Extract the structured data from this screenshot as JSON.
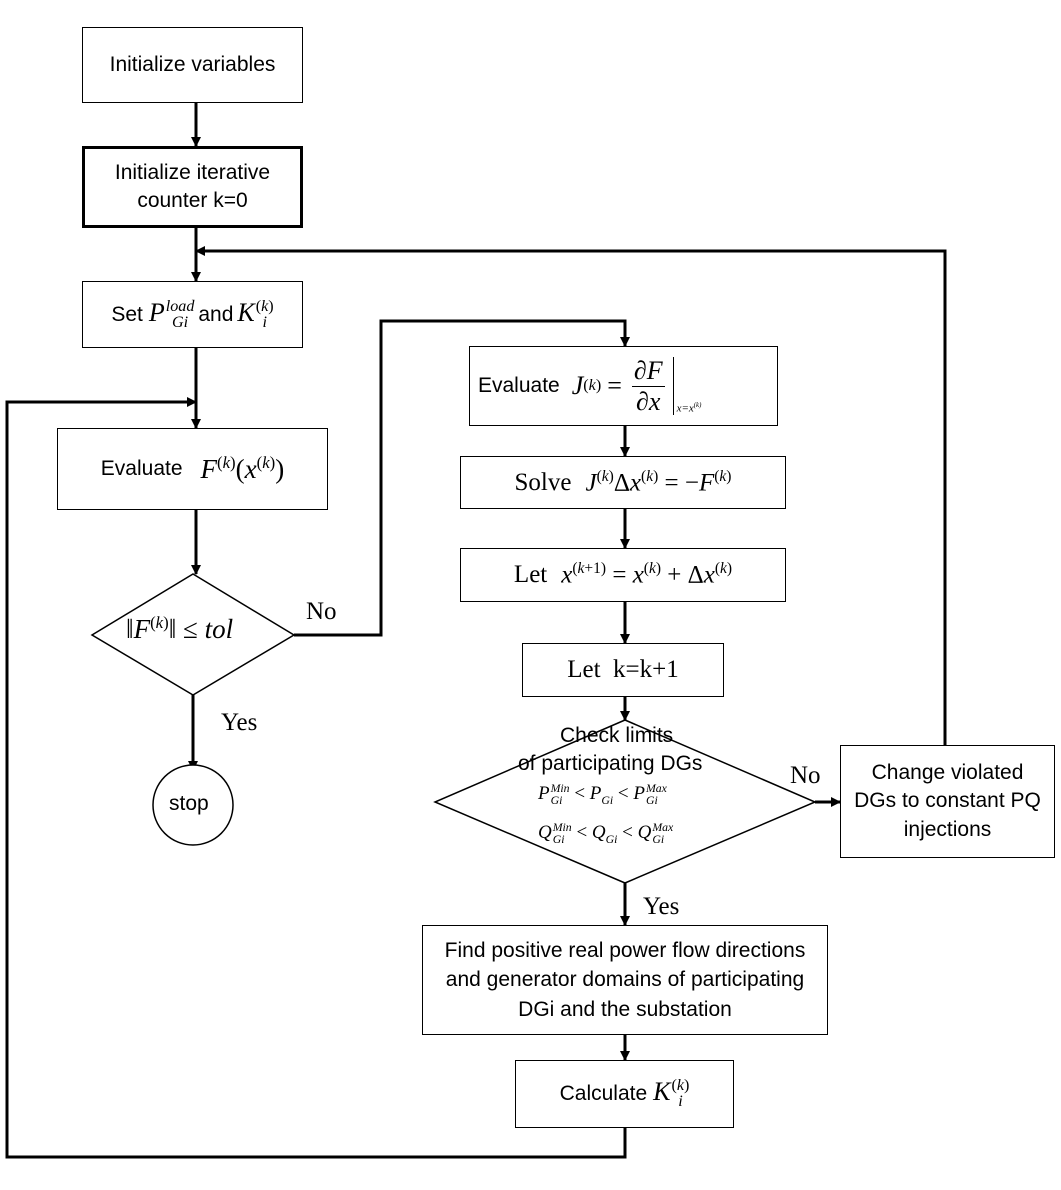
{
  "boxes": {
    "init_vars": "Initialize variables",
    "init_counter": "Initialize iterative counter k=0",
    "set_pre": "Set",
    "set_and": "and",
    "evaluate_f_label": "Evaluate",
    "evaluate_j_label": "Evaluate",
    "solve_label": "Solve",
    "let1_label": "Let",
    "let2": "Let  k=k+1",
    "check_line1": "Check limits",
    "check_line2": "of participating DGs",
    "change": "Change violated DGs to constant PQ injections",
    "find": "Find positive real power flow directions and generator domains of participating DGi  and the substation",
    "calc_label": "Calculate",
    "stop": "stop",
    "tol": "tol"
  },
  "labels": {
    "no_1": "No",
    "yes_1": "Yes",
    "no_2": "No",
    "yes_2": "Yes"
  }
}
